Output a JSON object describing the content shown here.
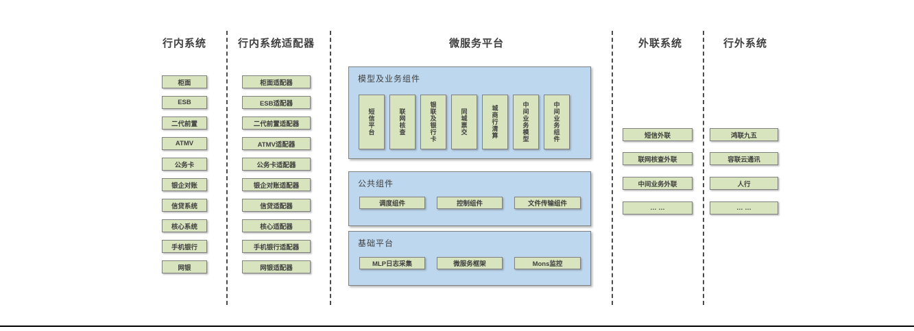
{
  "columns": {
    "internal": {
      "title": "行内系统",
      "items": [
        "柜面",
        "ESB",
        "二代前置",
        "ATMV",
        "公务卡",
        "银企对账",
        "信贷系统",
        "核心系统",
        "手机银行",
        "网银"
      ]
    },
    "adapters": {
      "title": "行内系统适配器",
      "items": [
        "柜面适配器",
        "ESB适配器",
        "二代前置适配器",
        "ATMV适配器",
        "公务卡适配器",
        "银企对账适配器",
        "信贷适配器",
        "核心适配器",
        "手机银行适配器",
        "网银适配器"
      ]
    },
    "outreach": {
      "title": "外联系统",
      "items": [
        "短信外联",
        "联网核查外联",
        "中间业务外联",
        "… …"
      ]
    },
    "external": {
      "title": "行外系统",
      "items": [
        "鸿联九五",
        "容联云通讯",
        "人行",
        "… …"
      ]
    }
  },
  "platform": {
    "title": "微服务平台",
    "model_group": {
      "title": "模型及业务组件",
      "items": [
        "短信平台",
        "联网核查",
        "银联及银行卡",
        "同城票交",
        "城商行清算",
        "中间业务模型",
        "中间业务组件"
      ]
    },
    "common_group": {
      "title": "公共组件",
      "items": [
        "调度组件",
        "控制组件",
        "文件传输组件"
      ]
    },
    "base_group": {
      "title": "基础平台",
      "items": [
        "MLP日志采集",
        "微服务框架",
        "Mons监控"
      ]
    }
  },
  "colors": {
    "box_fill": "#d8e4bd",
    "panel_fill": "#bdd7ee",
    "box_border": "#7f7f7f",
    "text": "#404040",
    "separator": "#4a4a4a",
    "baseline": "#000000"
  }
}
